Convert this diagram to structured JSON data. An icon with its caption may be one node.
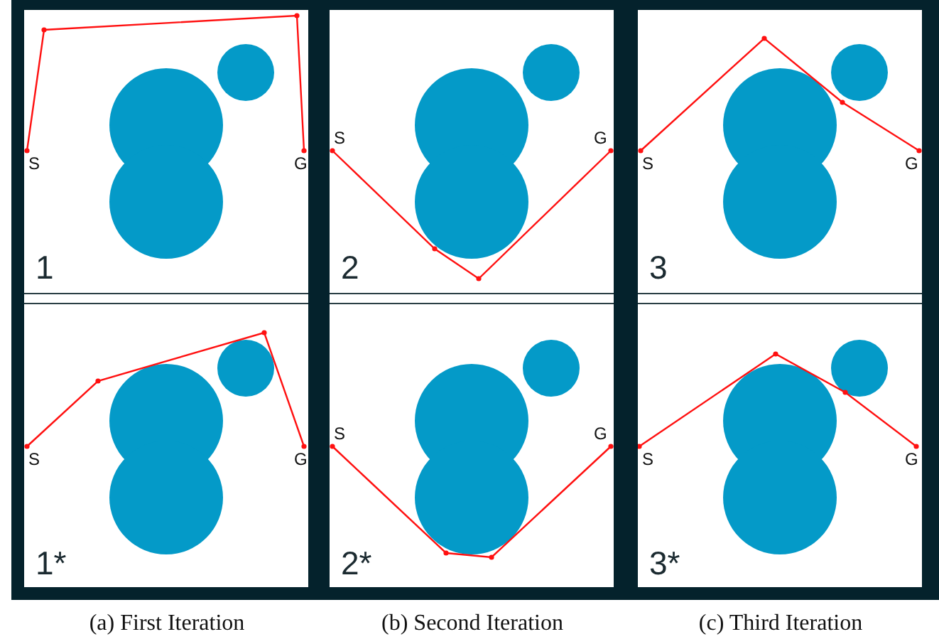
{
  "diagram": {
    "nodes": [
      {
        "text": [
          "1"
        ]
      },
      {
        "text": [
          "2"
        ]
      },
      {
        "text": [
          "3"
        ]
      },
      {
        "text": [
          "1*"
        ]
      },
      {
        "text": [
          "2*"
        ]
      },
      {
        "text": [
          "3*"
        ]
      }
    ],
    "labels": [
      "S",
      "G",
      "S",
      "G",
      "S",
      "G",
      "S",
      "G",
      "S",
      "G",
      "S",
      "G",
      "(a) First Iteration",
      "(b) Second Iteration",
      "(c) Third Iteration"
    ]
  }
}
